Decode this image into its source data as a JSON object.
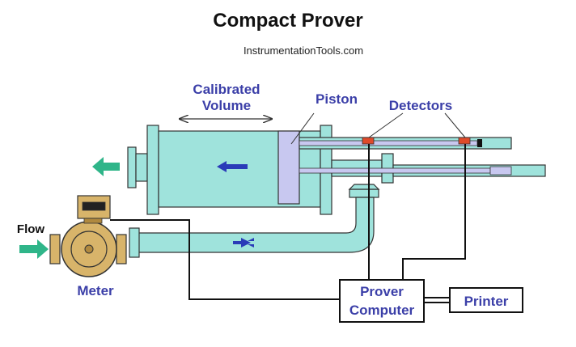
{
  "title": "Compact Prover",
  "subtitle": "InstrumentationTools.com",
  "labels": {
    "calibrated_volume_line1": "Calibrated",
    "calibrated_volume_line2": "Volume",
    "piston": "Piston",
    "detectors": "Detectors",
    "flow": "Flow",
    "meter": "Meter",
    "prover_computer_line1": "Prover",
    "prover_computer_line2": "Computer",
    "printer": "Printer"
  },
  "colors": {
    "cylinder": "#9fe3dc",
    "piston": "#c8c8f0",
    "flow_arrow": "#2fb589",
    "inner_arrow": "#2a3bb8",
    "detector": "#e04a2a",
    "meter_body": "#d8b46a",
    "label_blue": "#3b3fa8"
  }
}
